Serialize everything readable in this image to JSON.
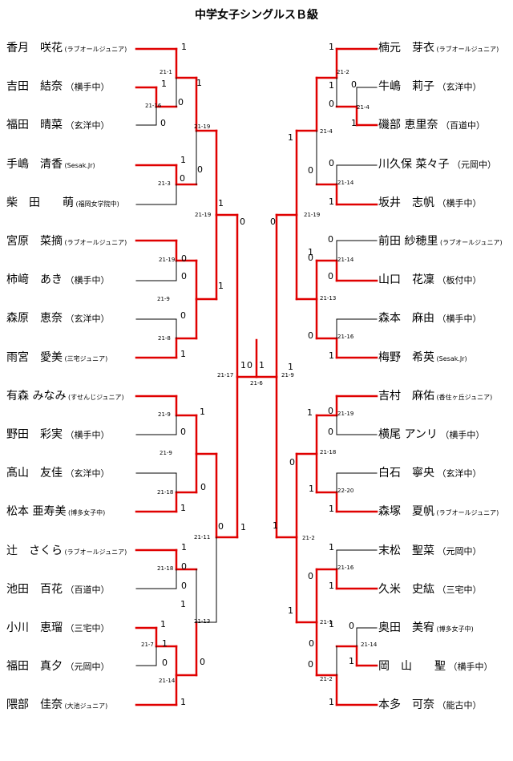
{
  "title": "中学女子シングルスＢ級",
  "left_players": [
    {
      "name": "香月　咲花",
      "team": "(ラブオールジュニア)"
    },
    {
      "name": "吉田　結奈",
      "team": "（横手中）"
    },
    {
      "name": "福田　晴菜",
      "team": "（玄洋中）"
    },
    {
      "name": "手嶋　清香",
      "team": "(Sesak.Jr)"
    },
    {
      "name": "柴　田　　萌",
      "team": "(福岡女学院中)"
    },
    {
      "name": "宮原　菜摘",
      "team": "(ラブオールジュニア)"
    },
    {
      "name": "柿﨑　あき",
      "team": "（横手中）"
    },
    {
      "name": "森原　恵奈",
      "team": "（玄洋中）"
    },
    {
      "name": "雨宮　愛美",
      "team": "(三宅ジュニア)"
    },
    {
      "name": "有森 みなみ",
      "team": "(すせんじジュニア)"
    },
    {
      "name": "野田　彩実",
      "team": "（横手中）"
    },
    {
      "name": "髙山　友佳",
      "team": "（玄洋中）"
    },
    {
      "name": "松本 亜寿美",
      "team": "(博多女子中)"
    },
    {
      "name": "辻　さくら",
      "team": "(ラブオールジュニア)"
    },
    {
      "name": "池田　百花",
      "team": "（百道中）"
    },
    {
      "name": "小川　恵瑠",
      "team": "（三宅中）"
    },
    {
      "name": "福田　真夕",
      "team": "（元岡中）"
    },
    {
      "name": "隈部　佳奈",
      "team": "(大池ジュニア)"
    }
  ],
  "right_players": [
    {
      "name": "楠元　芽衣",
      "team": "(ラブオールジュニア)"
    },
    {
      "name": "牛嶋　莉子",
      "team": "（玄洋中）"
    },
    {
      "name": "磯部 恵里奈",
      "team": "（百道中）"
    },
    {
      "name": "川久保 菜々子",
      "team": "（元岡中）"
    },
    {
      "name": "坂井　志帆",
      "team": "（横手中）"
    },
    {
      "name": "前田 紗穂里",
      "team": "(ラブオールジュニア)"
    },
    {
      "name": "山口　花凜",
      "team": "（板付中）"
    },
    {
      "name": "森本　麻由",
      "team": "（横手中）"
    },
    {
      "name": "梅野　希英",
      "team": "(Sesak.Jr)"
    },
    {
      "name": "吉村　麻佑",
      "team": "(香住ヶ丘ジュニア)"
    },
    {
      "name": "横尾 アンリ",
      "team": "（横手中）"
    },
    {
      "name": "白石　寧央",
      "team": "（玄洋中）"
    },
    {
      "name": "森塚　夏帆",
      "team": "(ラブオールジュニア)"
    },
    {
      "name": "末松　聖菜",
      "team": "（元岡中）"
    },
    {
      "name": "久米　史紘",
      "team": "（三宅中）"
    },
    {
      "name": "奥田　美宥",
      "team": "(博多女子中)"
    },
    {
      "name": "岡　山　　聖",
      "team": "（横手中）"
    },
    {
      "name": "本多　可奈",
      "team": "（能古中）"
    }
  ],
  "labels": [
    {
      "t": "1"
    },
    {
      "t": "21-1"
    },
    {
      "t": "1"
    },
    {
      "t": "21-16"
    },
    {
      "t": "0"
    },
    {
      "t": "0"
    },
    {
      "t": "1"
    },
    {
      "t": "21-19"
    },
    {
      "t": "1"
    },
    {
      "t": "21-3"
    },
    {
      "t": "0"
    },
    {
      "t": "0"
    },
    {
      "t": "21-19"
    },
    {
      "t": "1"
    },
    {
      "t": "21-19"
    },
    {
      "t": "0"
    },
    {
      "t": "0"
    },
    {
      "t": "21-9"
    },
    {
      "t": "1"
    },
    {
      "t": "21-8"
    },
    {
      "t": "0"
    },
    {
      "t": "1"
    },
    {
      "t": "0"
    },
    {
      "t": "21-17"
    },
    {
      "t": "1"
    },
    {
      "t": "21-9"
    },
    {
      "t": "1"
    },
    {
      "t": "0"
    },
    {
      "t": "21-9"
    },
    {
      "t": "0"
    },
    {
      "t": "21-18"
    },
    {
      "t": "0"
    },
    {
      "t": "1"
    },
    {
      "t": "21-11"
    },
    {
      "t": "1"
    },
    {
      "t": "1"
    },
    {
      "t": "21-18"
    },
    {
      "t": "0"
    },
    {
      "t": "0"
    },
    {
      "t": "21-13"
    },
    {
      "t": "1"
    },
    {
      "t": "1"
    },
    {
      "t": "21-7"
    },
    {
      "t": "1"
    },
    {
      "t": "0"
    },
    {
      "t": "0"
    },
    {
      "t": "21-14"
    },
    {
      "t": "1"
    },
    {
      "t": "1"
    },
    {
      "t": "21-2"
    },
    {
      "t": "1"
    },
    {
      "t": "0"
    },
    {
      "t": "21-4"
    },
    {
      "t": "0"
    },
    {
      "t": "1"
    },
    {
      "t": "21-4"
    },
    {
      "t": "1"
    },
    {
      "t": "0"
    },
    {
      "t": "0"
    },
    {
      "t": "21-14"
    },
    {
      "t": "1"
    },
    {
      "t": "21-19"
    },
    {
      "t": "0"
    },
    {
      "t": "0"
    },
    {
      "t": "1"
    },
    {
      "t": "21-14"
    },
    {
      "t": "0"
    },
    {
      "t": "0"
    },
    {
      "t": "21-13"
    },
    {
      "t": "21-16"
    },
    {
      "t": "1"
    },
    {
      "t": "0"
    },
    {
      "t": "1"
    },
    {
      "t": "21-9"
    },
    {
      "t": "0"
    },
    {
      "t": "1"
    },
    {
      "t": "21-6"
    },
    {
      "t": "1"
    },
    {
      "t": "0"
    },
    {
      "t": "21-19"
    },
    {
      "t": "0"
    },
    {
      "t": "21-18"
    },
    {
      "t": "0"
    },
    {
      "t": "1"
    },
    {
      "t": "22-20"
    },
    {
      "t": "1"
    },
    {
      "t": "1"
    },
    {
      "t": "21-2"
    },
    {
      "t": "1"
    },
    {
      "t": "0"
    },
    {
      "t": "21-16"
    },
    {
      "t": "1"
    },
    {
      "t": "1"
    },
    {
      "t": "21-1"
    },
    {
      "t": "1"
    },
    {
      "t": "0"
    },
    {
      "t": "21-14"
    },
    {
      "t": "0"
    },
    {
      "t": "1"
    },
    {
      "t": "1"
    },
    {
      "t": "21-2"
    },
    {
      "t": "0"
    }
  ],
  "colors": {
    "winner_line": "#e00000",
    "loser_line": "#000000"
  }
}
